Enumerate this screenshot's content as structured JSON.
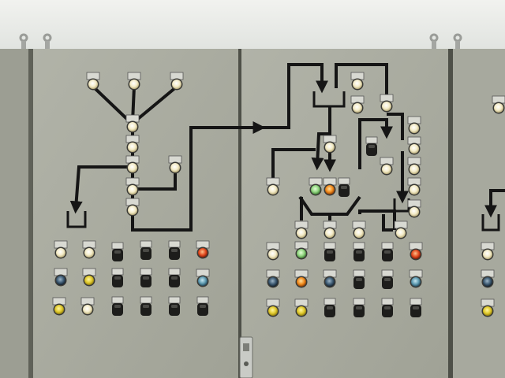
{
  "scene": {
    "wall_color": "#eceeea",
    "cabinet_color": "#a9ab9f",
    "cabinet_shadow": "#8e9085",
    "line_color": "#151515",
    "lamp_colors": {
      "white": "#f6f0cf",
      "yellow": "#e3d23a",
      "orange": "#f08a1c",
      "red": "#e2491e",
      "green": "#8fd47e",
      "blue": "#4f6f8a",
      "teal": "#5d9ab0",
      "off": "#2a2a2a"
    },
    "objects": [
      "left-cabinet-edge",
      "cabinet-panel-left",
      "cabinet-panel-center",
      "right-cabinet-edge",
      "mimic-diagram",
      "indicator-lamps",
      "selector-buttons",
      "door-handle",
      "lifting-eyes"
    ]
  }
}
